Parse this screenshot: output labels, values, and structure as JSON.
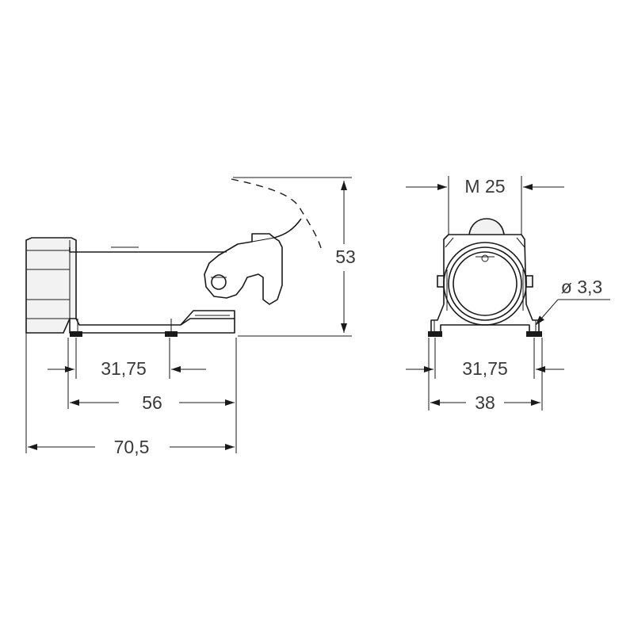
{
  "side_view": {
    "height_dim": "53",
    "mount_spacing_dim": "31,75",
    "base_length_dim": "56",
    "overall_length_dim": "70,5"
  },
  "front_view": {
    "thread_dim": "M 25",
    "hole_dim": "ø 3,3",
    "mount_spacing_dim": "31,75",
    "base_width_dim": "38"
  }
}
